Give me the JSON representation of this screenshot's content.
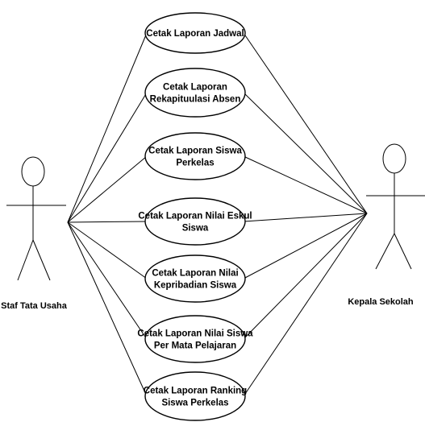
{
  "actors": {
    "left": {
      "label": "Staf Tata Usaha"
    },
    "right": {
      "label": "Kepala Sekolah"
    }
  },
  "use_cases": [
    {
      "id": "jadwal",
      "lines": [
        "Cetak Laporan Jadwal"
      ]
    },
    {
      "id": "absen",
      "lines": [
        "Cetak Laporan",
        "Rekapituulasi Absen"
      ]
    },
    {
      "id": "siswa-perkelas",
      "lines": [
        "Cetak Laporan Siswa",
        "Perkelas"
      ]
    },
    {
      "id": "eskul",
      "lines": [
        "Cetak Laporan Nilai Eskul",
        "Siswa"
      ]
    },
    {
      "id": "kepribadian",
      "lines": [
        "Cetak Laporan Nilai",
        "Kepribadian Siswa"
      ]
    },
    {
      "id": "mata-pelajaran",
      "lines": [
        "Cetak Laporan Nilai Siswa",
        "Per Mata Pelajaran"
      ]
    },
    {
      "id": "ranking",
      "lines": [
        "Cetak Laporan Ranking",
        "Siswa Perkelas"
      ]
    }
  ]
}
